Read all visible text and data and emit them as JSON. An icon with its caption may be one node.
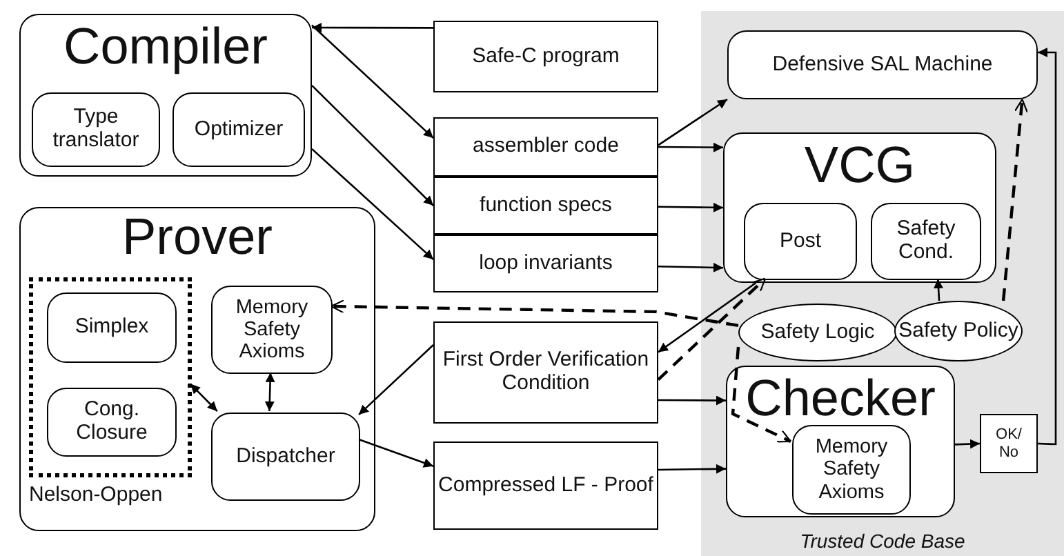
{
  "diagram": {
    "nodes": [
      {
        "text": [
          "Compiler"
        ]
      },
      {
        "text": [
          "Type translator"
        ],
        "in": 0
      },
      {
        "text": [
          "Optimizer"
        ],
        "in": 0
      },
      {
        "text": [
          "Prover"
        ]
      },
      {
        "text": [
          "Nelson-Oppen"
        ],
        "in": 3
      },
      {
        "text": [
          "Simplex"
        ],
        "in": 4
      },
      {
        "text": [
          "Cong. Closure"
        ],
        "in": 4
      },
      {
        "text": [
          "Memory Safety Axioms"
        ],
        "in": 3
      },
      {
        "text": [
          "Dispatcher"
        ],
        "in": 3
      },
      {
        "text": [
          "Safe-C program"
        ]
      },
      {
        "text": [
          "assembler code"
        ]
      },
      {
        "text": [
          "function specs"
        ]
      },
      {
        "text": [
          "loop invariants"
        ]
      },
      {
        "text": [
          "First Order Verification Condition"
        ]
      },
      {
        "text": [
          "Compressed LF - Proof"
        ]
      },
      {
        "text": [
          "Trusted Code Base"
        ]
      },
      {
        "text": [
          "Defensive SAL Machine"
        ],
        "in": 15
      },
      {
        "text": [
          "VCG"
        ],
        "in": 15
      },
      {
        "text": [
          "Post"
        ],
        "in": 17
      },
      {
        "text": [
          "Safety Cond."
        ],
        "in": 17
      },
      {
        "text": [
          "Safety Logic"
        ],
        "in": 15
      },
      {
        "text": [
          "Safety Policy"
        ],
        "in": 15
      },
      {
        "text": [
          "Checker"
        ],
        "in": 15
      },
      {
        "text": [
          "Memory Safety Axioms"
        ],
        "in": 22
      },
      {
        "text": [
          "OK/ No"
        ],
        "in": 15
      }
    ],
    "edges": [
      {
        "from": 9,
        "to": 0,
        "arrow": "to"
      },
      {
        "from": 0,
        "to": 10,
        "arrow": "to"
      },
      {
        "from": 0,
        "to": 11,
        "arrow": "to"
      },
      {
        "from": 0,
        "to": 12,
        "arrow": "to"
      },
      {
        "from": 10,
        "to": 16,
        "arrow": "to"
      },
      {
        "from": 10,
        "to": 17,
        "arrow": "to"
      },
      {
        "from": 11,
        "to": 17,
        "arrow": "to"
      },
      {
        "from": 12,
        "to": 17,
        "arrow": "to"
      },
      {
        "from": 17,
        "to": 13,
        "arrow": "to"
      },
      {
        "from": 13,
        "to": 8,
        "arrow": "to"
      },
      {
        "from": 13,
        "to": 22,
        "arrow": "to"
      },
      {
        "from": 8,
        "to": 14,
        "arrow": "to"
      },
      {
        "from": 14,
        "to": 22,
        "arrow": "to"
      },
      {
        "from": 22,
        "to": 24,
        "arrow": "to"
      },
      {
        "from": 24,
        "to": 16,
        "arrow": "to"
      },
      {
        "from": 7,
        "to": 8,
        "arrow": "both"
      },
      {
        "from": 4,
        "to": 8,
        "arrow": "both"
      },
      {
        "from": 20,
        "to": 7,
        "arrow": "to",
        "style": "dashed"
      },
      {
        "from": 20,
        "to": 23,
        "arrow": "to",
        "style": "dashed"
      },
      {
        "from": 13,
        "to": 18,
        "arrow": "to",
        "style": "dashed"
      },
      {
        "from": 21,
        "to": 19,
        "arrow": "to"
      },
      {
        "from": 21,
        "to": 16,
        "arrow": "to",
        "style": "dashed"
      }
    ]
  }
}
